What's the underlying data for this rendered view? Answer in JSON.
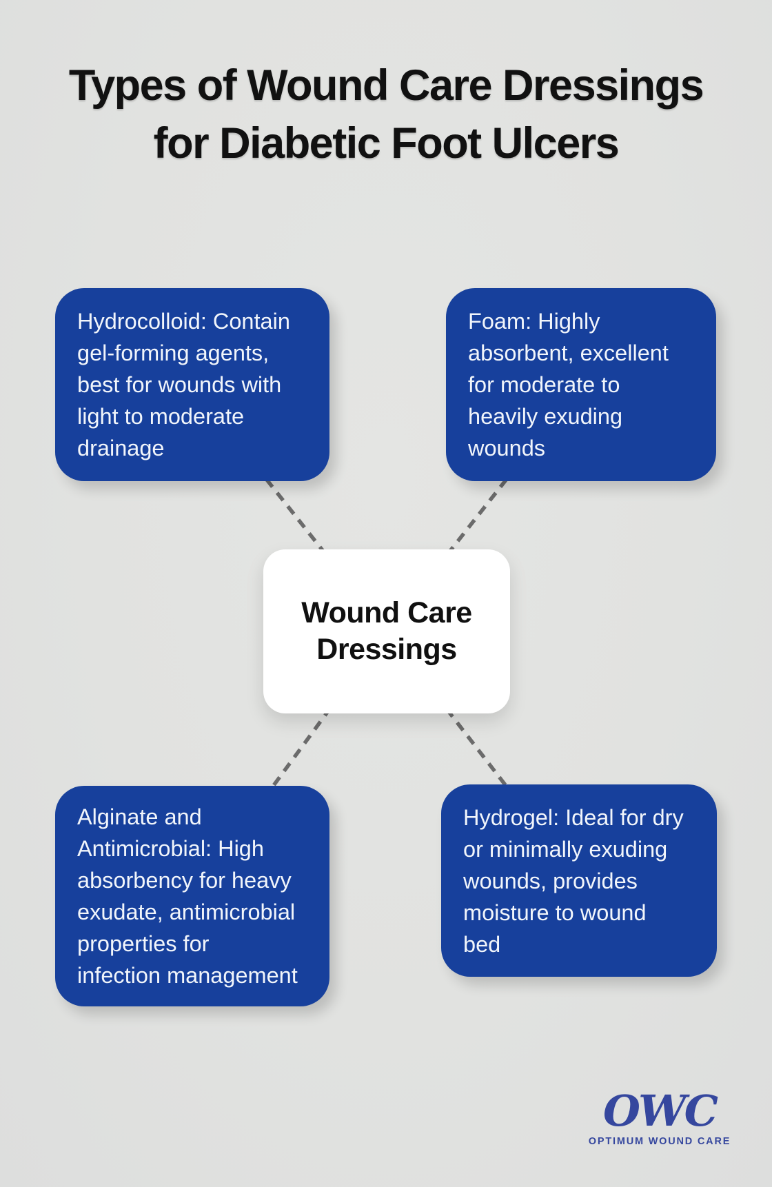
{
  "title": {
    "text": "Types of Wound Care Dressings\nfor Diabetic Foot Ulcers"
  },
  "center_node": {
    "text": "Wound Care\nDressings"
  },
  "nodes": [
    {
      "id": "hydrocolloid",
      "text": "Hydrocolloid: Contain\ngel-forming agents,\nbest for wounds with\nlight to moderate\ndrainage"
    },
    {
      "id": "foam",
      "text": "Foam: Highly\nabsorbent, excellent\nfor moderate to\nheavily exuding\nwounds"
    },
    {
      "id": "alginate-antimicrobial",
      "text": "Alginate and\nAntimicrobial: High\nabsorbency for heavy\nexudate, antimicrobial\nproperties for\ninfection management"
    },
    {
      "id": "hydrogel",
      "text": "Hydrogel: Ideal for dry\nor minimally exuding\nwounds, provides\nmoisture to wound\nbed"
    }
  ],
  "logo": {
    "acronym": "OWC",
    "tagline": "OPTIMUM WOUND CARE"
  },
  "colors": {
    "background": "#e2e3e1",
    "node_blue": "#17409c",
    "node_text": "#f1f5fb",
    "center_background": "#ffffff",
    "title_text": "#111111",
    "dashed_line": "#6b6b6b",
    "logo_blue": "#35479e"
  }
}
